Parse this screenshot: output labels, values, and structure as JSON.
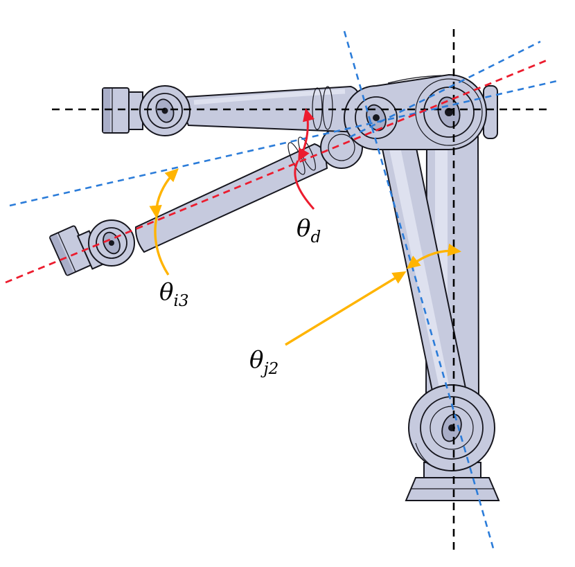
{
  "figure": {
    "labels": {
      "theta_d": {
        "symbol": "θ",
        "subscript": "d"
      },
      "theta_i3": {
        "symbol": "θ",
        "subscript": "i3"
      },
      "theta_j2": {
        "symbol": "θ",
        "subscript": "j2"
      }
    },
    "colors": {
      "background": "#ffffff",
      "reference_axis": "#000000",
      "ideal_axis": "#2b7cd9",
      "deviated_axis": "#ec1c2e",
      "angle_marker": "#ffb400",
      "robot_fill": "#c6cade",
      "robot_fill_dark": "#a9aec8",
      "robot_fill_light": "#dee1ef",
      "robot_outline": "#16161e"
    }
  }
}
